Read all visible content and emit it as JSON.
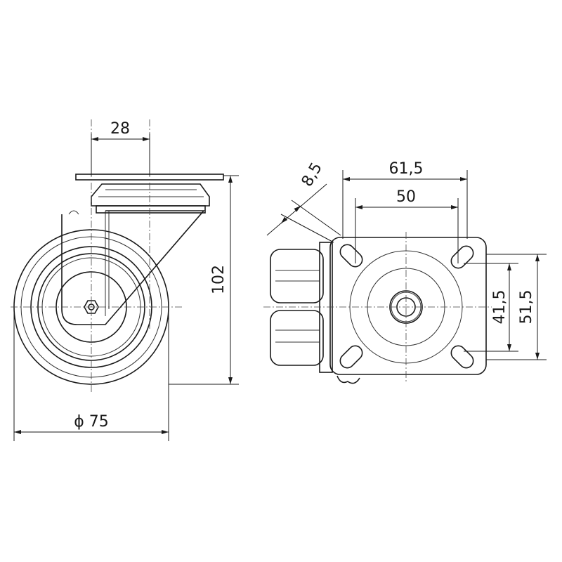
{
  "drawing": {
    "side_view": {
      "dim_offset": "28",
      "dim_height": "102",
      "dim_wheel_diameter": "ϕ 75"
    },
    "top_view": {
      "dim_plate_width": "61,5",
      "dim_hole_spacing_x": "50",
      "dim_slot": "8,5",
      "dim_hole_spacing_y": "41,5",
      "dim_plate_height": "51,5"
    },
    "line_color": "#1a1a1a"
  }
}
